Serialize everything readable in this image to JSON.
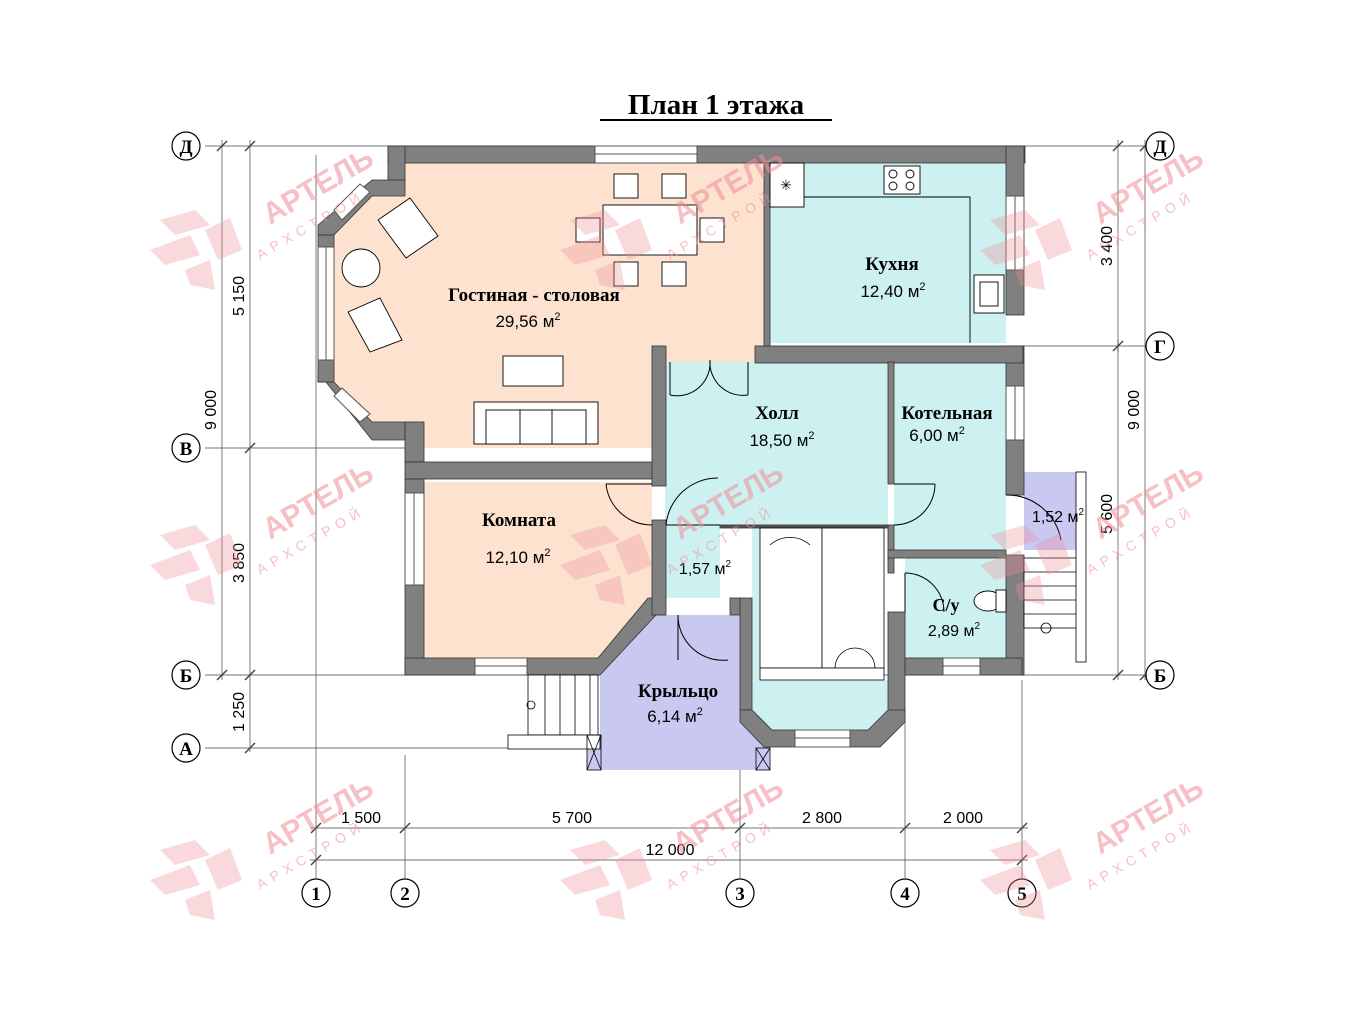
{
  "title": "План  1  этажа",
  "rooms": {
    "living": {
      "name": "Гостиная - столовая",
      "area": "29,56 м",
      "sup": "2"
    },
    "kitchen": {
      "name": "Кухня",
      "area": "12,40 м",
      "sup": "2"
    },
    "hall": {
      "name": "Холл",
      "area": "18,50 м",
      "sup": "2"
    },
    "boiler": {
      "name": "Котельная",
      "area": "6,00 м",
      "sup": "2"
    },
    "room": {
      "name": "Комната",
      "area": "12,10 м",
      "sup": "2"
    },
    "vestibule": {
      "area": "1,57 м",
      "sup": "2"
    },
    "porch": {
      "name": "Крыльцо",
      "area": "6,14 м",
      "sup": "2"
    },
    "bath": {
      "name": "С/у",
      "area": "2,89 м",
      "sup": "2"
    },
    "entry": {
      "area": "1,52 м",
      "sup": "2"
    }
  },
  "axes": {
    "letters": [
      "Д",
      "Г",
      "В",
      "Б",
      "А"
    ],
    "numbers": [
      "1",
      "2",
      "3",
      "4",
      "5"
    ]
  },
  "dims": {
    "left_5150": "5 150",
    "left_9000": "9 000",
    "left_3850": "3 850",
    "left_1250": "1 250",
    "right_3400": "3 400",
    "right_9000": "9 000",
    "right_5600": "5 600",
    "bottom_1500": "1 500",
    "bottom_5700": "5 700",
    "bottom_2800": "2 800",
    "bottom_2000": "2 000",
    "bottom_12000": "12 000"
  },
  "watermark": {
    "brand": "АРТЕЛЬ",
    "sub": "АРХСТРОЙ"
  },
  "colors": {
    "wall": "#808080",
    "living": "#fde3cf",
    "wet": "#cdf1f1",
    "porch": "#c8c8f0",
    "watermark": "#ee8c95"
  }
}
